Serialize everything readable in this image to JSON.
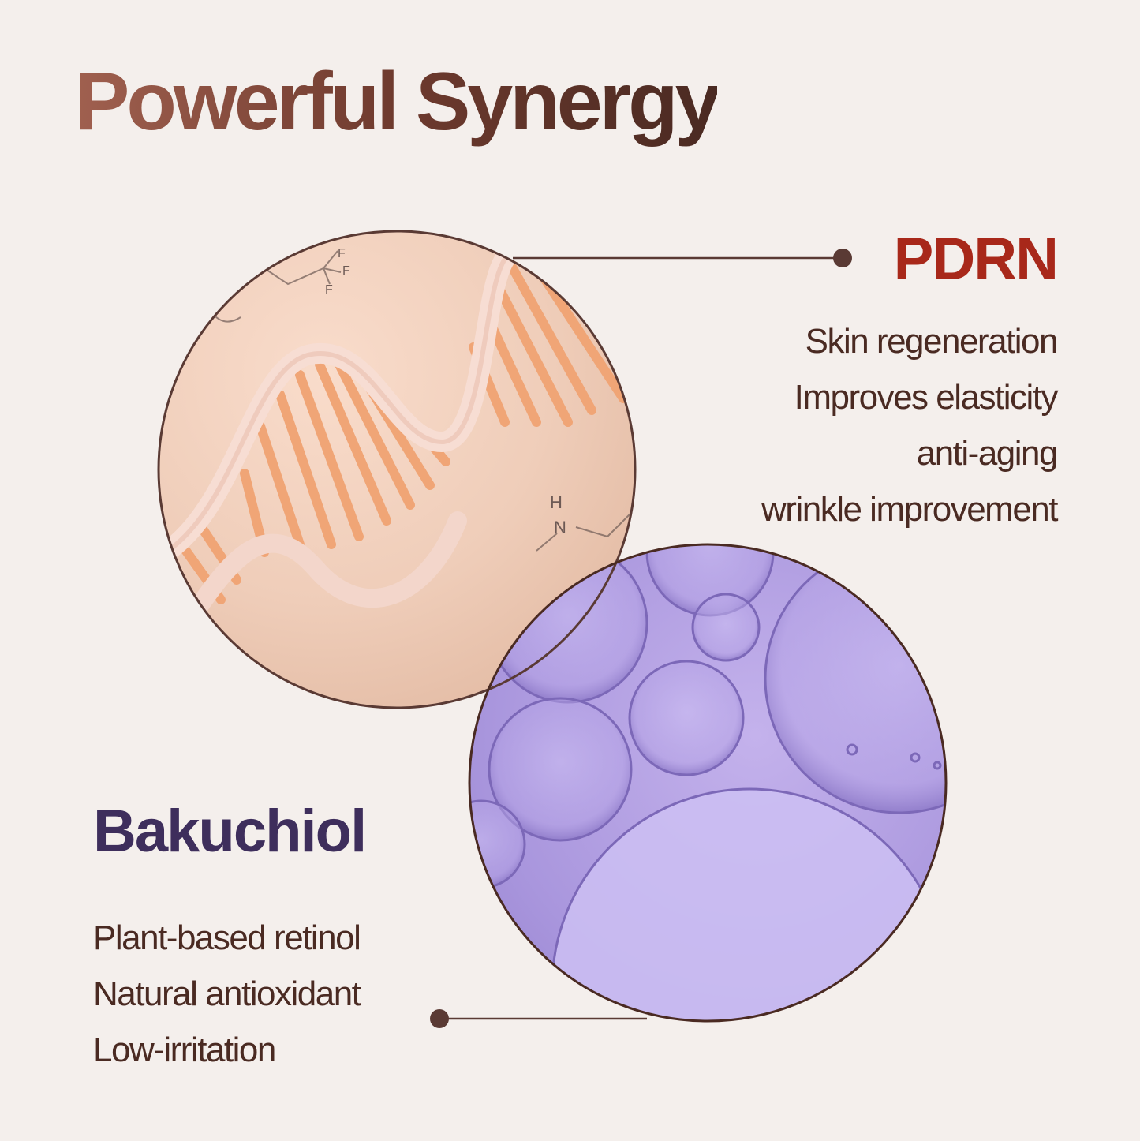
{
  "title": "Powerful Synergy",
  "pdrn": {
    "name": "PDRN",
    "benefits": [
      "Skin regeneration",
      "Improves elasticity",
      "anti-aging",
      "wrinkle improvement"
    ]
  },
  "bakuchiol": {
    "name": "Bakuchiol",
    "benefits": [
      "Plant-based retinol",
      "Natural antioxidant",
      "Low-irritation"
    ]
  },
  "molecule_labels": {
    "f1": "F",
    "f2": "F",
    "f3": "F",
    "h": "H",
    "n": "N"
  },
  "colors": {
    "background": "#f4efec",
    "pdrn_accent": "#a8281a",
    "bakuchiol_accent": "#3e2e5c",
    "body_text": "#4a2a22",
    "connector": "#5a3a34"
  }
}
